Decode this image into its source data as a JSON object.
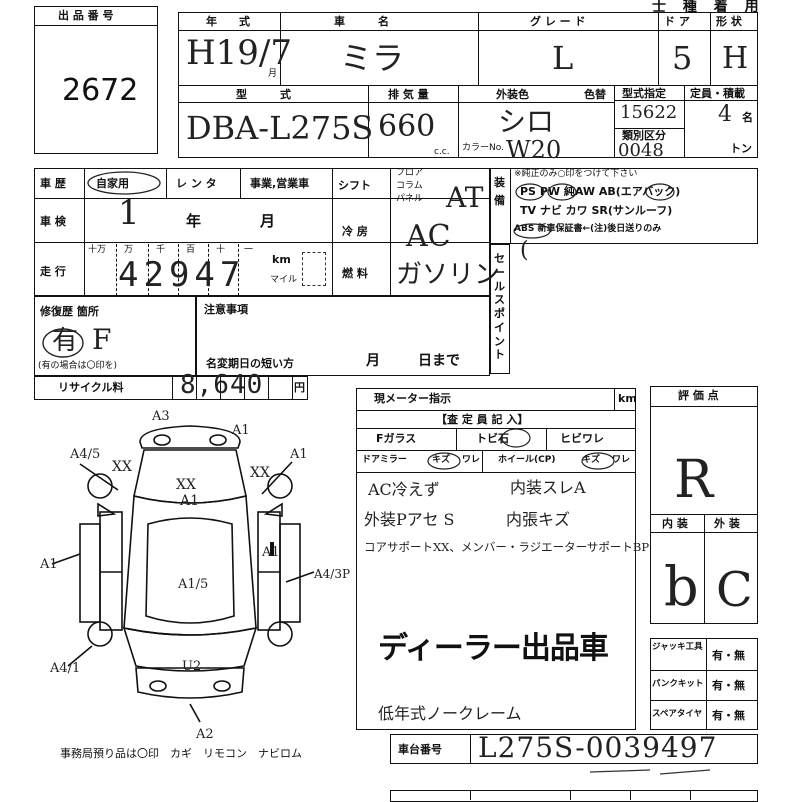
{
  "header": {
    "corner_text": "士 種 着 用"
  },
  "lot": {
    "label": "出 品 番 号",
    "value": "2672"
  },
  "vehicle": {
    "year_label": "年　　式",
    "year_value": "H19/7",
    "year_unit": "月",
    "name_label": "車　　　名",
    "name_value": "ミラ",
    "grade_label": "グ レ ー ド",
    "grade_value": "L",
    "doors_label": "ド ア",
    "doors_value": "5",
    "shape_label": "形 状",
    "shape_value": "H",
    "model_label": "型　　　式",
    "model_value": "DBA-L275S",
    "displacement_label": "排 気 量",
    "displacement_value": "660",
    "displacement_unit": "c.c.",
    "color_label": "外装色",
    "color_value": "シロ",
    "color_change_label": "色替",
    "color_code_label": "カラーNo.",
    "color_code_value": "W20",
    "type_designation_label": "型式指定",
    "type_designation_value": "15622",
    "class_label": "類別区分",
    "class_value": "0048",
    "capacity_label": "定員・積載",
    "capacity_value": "4",
    "capacity_unit": "名",
    "load_unit": "トン"
  },
  "history": {
    "label": "車 歴",
    "options": [
      "自家用",
      "レ ン タ",
      "事業,営業車"
    ],
    "shift_label": "シフト",
    "shift_positions": [
      "フロア",
      "コラム",
      "パネル"
    ],
    "shift_value": "AT",
    "inspection_label": "車 検",
    "inspection_value": "1",
    "inspection_year": "年",
    "inspection_month": "月",
    "ac_label": "冷 房",
    "ac_value": "AC",
    "mileage_label": "走 行",
    "mileage_digits_labels": [
      "十万",
      "万",
      "千",
      "百",
      "十",
      "一"
    ],
    "mileage_value": "42947",
    "mileage_unit_km": "km",
    "mileage_unit_mile": "マイル",
    "fuel_label": "燃 料",
    "fuel_value": "ガソリン"
  },
  "equipment": {
    "label": "装 備",
    "note": "※純正のみ○印をつけて下さい",
    "line1": "PS PW 純AW AB(エアバック)",
    "line2": "TV ナビ カワ SR(サンルーフ)",
    "line3": "ABS 新車保証書←(注)後日送りのみ",
    "sales_point_label": "セールスポイント"
  },
  "repair": {
    "label": "修復歴 箇所",
    "value": "有",
    "location": "F",
    "note": "(有の場合は〇印を)"
  },
  "caution": {
    "label": "注意事項",
    "short_date_label": "名変期日の短い方",
    "month": "月",
    "day": "日まで"
  },
  "recycle": {
    "label": "リサイクル料",
    "value": "8,640",
    "unit": "円"
  },
  "inspector": {
    "meter_label": "現メーター指示",
    "meter_unit": "km",
    "header": "【査 定 員 記 入】",
    "items_row1": [
      "Fガラス",
      "トビ石",
      "ヒビワレ"
    ],
    "items_row2": [
      "ドアミラー",
      "キズ",
      "ワレ",
      "ホイール(CP)",
      "キズ",
      "ワレ"
    ],
    "note1": "AC冷えず",
    "note2": "内装スレA",
    "note3": "外装Pアセ S",
    "note4": "内張キズ",
    "note5": "コアサポートXX、メンバー・ラジエーターサポートBP",
    "dealer": "ディーラー出品車",
    "bottom_note": "低年式ノークレーム"
  },
  "evaluation": {
    "label": "評 価 点",
    "score": "R",
    "interior_label": "内 装",
    "exterior_label": "外 装",
    "interior_value": "b",
    "exterior_value": "C"
  },
  "accessories": {
    "rows": [
      {
        "label": "ジャッキ工具",
        "value": "有・無"
      },
      {
        "label": "パンクキット",
        "value": "有・無"
      },
      {
        "label": "スペアタイヤ",
        "value": "有・無"
      }
    ]
  },
  "chassis": {
    "label": "車台番号",
    "value": "L275S-0039497"
  },
  "diagram": {
    "marks": [
      "A3",
      "A1",
      "XX",
      "A1",
      "A4/5",
      "XX",
      "A1",
      "A1",
      "A1/5",
      "A1",
      "A4/3P",
      "A4/1",
      "U2",
      "A2"
    ],
    "bottom_note": "事務局預り品は〇印　カギ　リモコン　ナビロム"
  }
}
